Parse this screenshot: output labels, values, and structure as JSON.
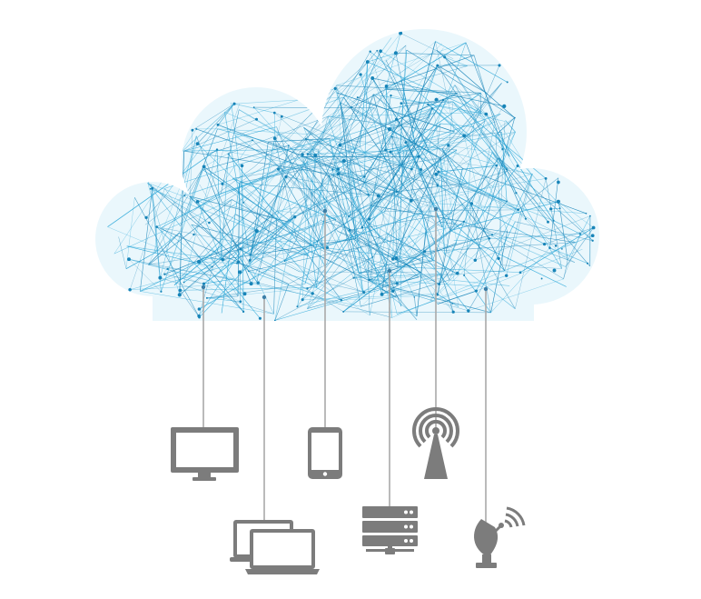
{
  "diagram": {
    "type": "cloud-computing-network",
    "colors": {
      "cloud_mesh": "#2aa7d8",
      "cloud_mesh_dark": "#1784b8",
      "cloud_fill": "#e6f6fc",
      "connector": "#a8a8a8",
      "device_icons": "#7c7c7c"
    },
    "devices": [
      {
        "id": "monitor",
        "icon": "desktop-monitor-icon"
      },
      {
        "id": "laptops",
        "icon": "laptop-pair-icon"
      },
      {
        "id": "smartphone",
        "icon": "smartphone-icon"
      },
      {
        "id": "server",
        "icon": "server-rack-icon"
      },
      {
        "id": "antenna",
        "icon": "radio-tower-icon"
      },
      {
        "id": "satellite",
        "icon": "satellite-dish-icon"
      }
    ]
  }
}
